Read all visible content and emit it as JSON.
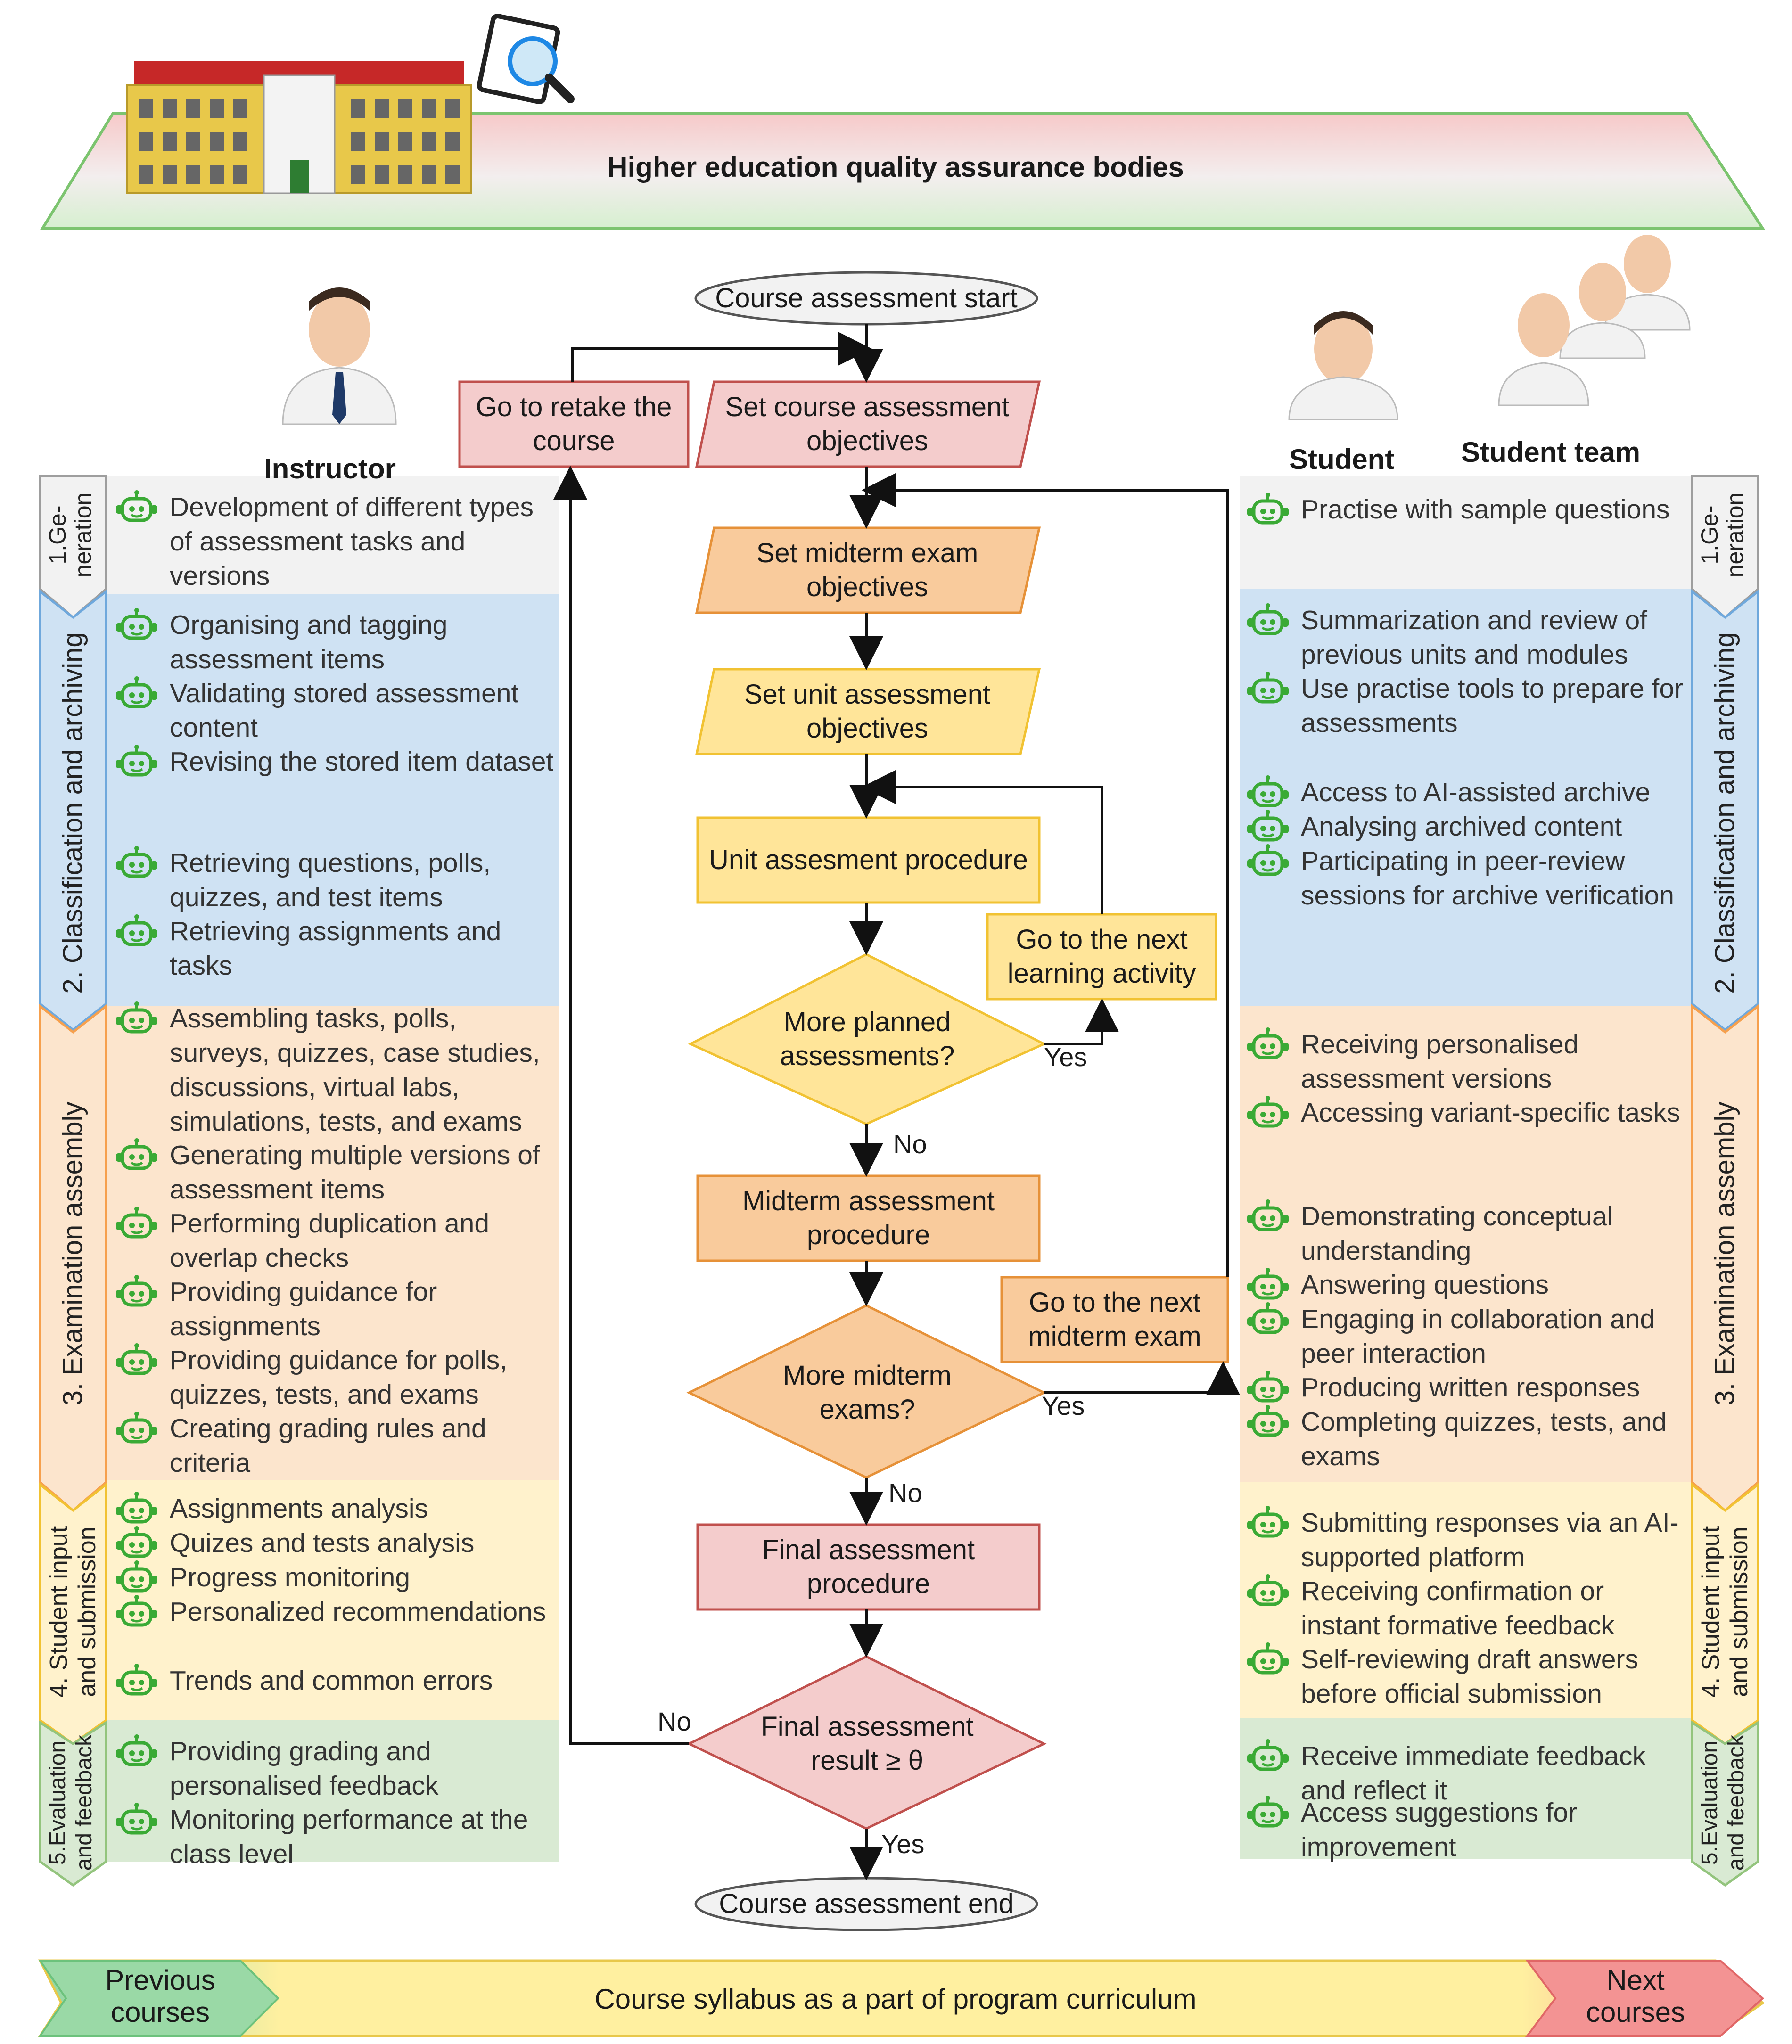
{
  "banner": {
    "title": "Higher education quality assurance bodies"
  },
  "roles": {
    "instructor": "Instructor",
    "student": "Student",
    "student_team": "Student team"
  },
  "stages_left": {
    "s1": "1.Ge-\nneration",
    "s2": "2. Classification and archiving",
    "s3": "3. Examination assembly",
    "s4": "4. Student input\nand submission",
    "s5": "5.Evaluation\nand feedback"
  },
  "stages_right": {
    "s1": "1.Ge-\nneration",
    "s2": "2. Classification and archiving",
    "s3": "3. Examination assembly",
    "s4": "4. Student input\nand submission",
    "s5": "5.Evaluation\nand feedback"
  },
  "instructor_items": [
    "Development of different types of assessment tasks and versions",
    "Organising and tagging assessment items",
    "Validating stored assessment content",
    "Revising the stored item dataset",
    "Retrieving questions, polls, quizzes, and test items",
    "Retrieving assignments and tasks",
    "Assembling tasks, polls, surveys, quizzes, case studies, discussions, virtual labs, simulations, tests, and exams",
    "Generating multiple versions of assessment items",
    "Performing duplication and overlap checks",
    "Providing guidance for assignments",
    "Providing guidance for polls, quizzes, tests, and exams",
    "Creating grading rules and criteria",
    "Assignments analysis",
    "Quizes and tests analysis",
    "Progress monitoring",
    "Personalized recommendations",
    "Trends and common errors",
    "Providing grading and personalised feedback",
    "Monitoring performance at the class level"
  ],
  "student_items": [
    "Practise with sample questions",
    "Summarization and review of previous units and modules",
    "Use practise tools to prepare for assessments",
    "Access to AI-assisted archive",
    "Analysing archived content",
    "Participating in peer-review sessions for archive verification",
    "Receiving personalised assessment versions",
    "Accessing variant-specific tasks",
    "Demonstrating conceptual understanding",
    "Answering questions",
    "Engaging in collaboration and peer interaction",
    "Producing written responses",
    "Completing quizzes, tests, and exams",
    "Submitting responses via an AI-supported platform",
    "Receiving confirmation or instant formative feedback",
    "Self-reviewing draft answers before official submission",
    "Receive immediate feedback and reflect it",
    "Access suggestions for improvement"
  ],
  "flow": {
    "start": "Course assessment start",
    "retake": "Go to retake the course",
    "set_course": "Set course assessment objectives",
    "set_midterm": "Set midterm exam objectives",
    "set_unit": "Set unit assessment objectives",
    "unit_proc": "Unit assesment procedure",
    "next_activity": "Go to the next learning activity",
    "more_planned": "More planned assessments?",
    "midterm_proc": "Midterm assessment procedure",
    "next_midterm": "Go to the next midterm exam",
    "more_midterm": "More midterm exams?",
    "final_proc": "Final assessment procedure",
    "final_result": "Final assessment result ≥ θ",
    "end": "Course assessment end",
    "yes": "Yes",
    "no": "No"
  },
  "bottom_bar": {
    "previous": "Previous courses",
    "center": "Course syllabus as a part of program curriculum",
    "next": "Next courses"
  },
  "colors": {
    "stage_gen": "#f2f2f2",
    "stage_class": "#cfe2f3",
    "stage_exam": "#fce5cd",
    "stage_input": "#fff2cc",
    "stage_eval": "#d9ead3",
    "node_red": "#f4cccc",
    "node_orange": "#f9cb9c",
    "node_yellow": "#ffe599",
    "robot": "#3aaa35"
  }
}
